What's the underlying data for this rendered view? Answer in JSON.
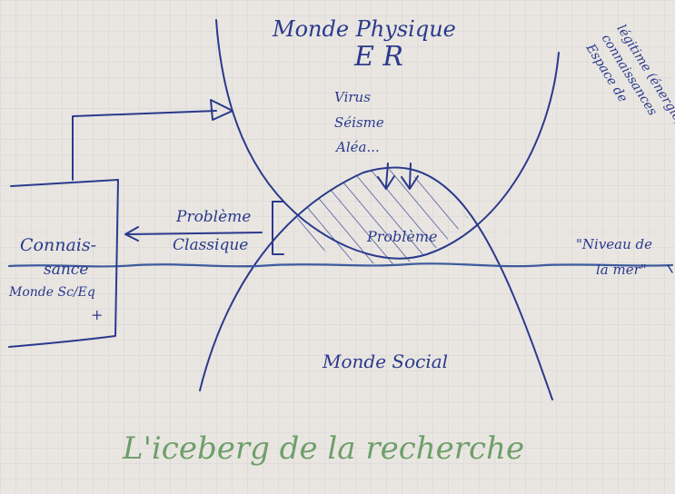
{
  "top_title": "Monde Physique",
  "top_subtitle": "E R",
  "right_note_lines": [
    "Espace de",
    "connaissances",
    "légitime (énergie)"
  ],
  "causes": [
    "Virus",
    "Séisme",
    "Aléa..."
  ],
  "left_box": {
    "line1": "Connais-",
    "line2": "sance",
    "line3": "Monde Sc/Eq",
    "line4": "+"
  },
  "classic_problem": [
    "Problème",
    "Classique"
  ],
  "center_label": "Problème",
  "sea_label": [
    "\"Niveau de",
    "la mer\""
  ],
  "bottom_label": "Monde Social",
  "caption": "L'iceberg de la recherche"
}
